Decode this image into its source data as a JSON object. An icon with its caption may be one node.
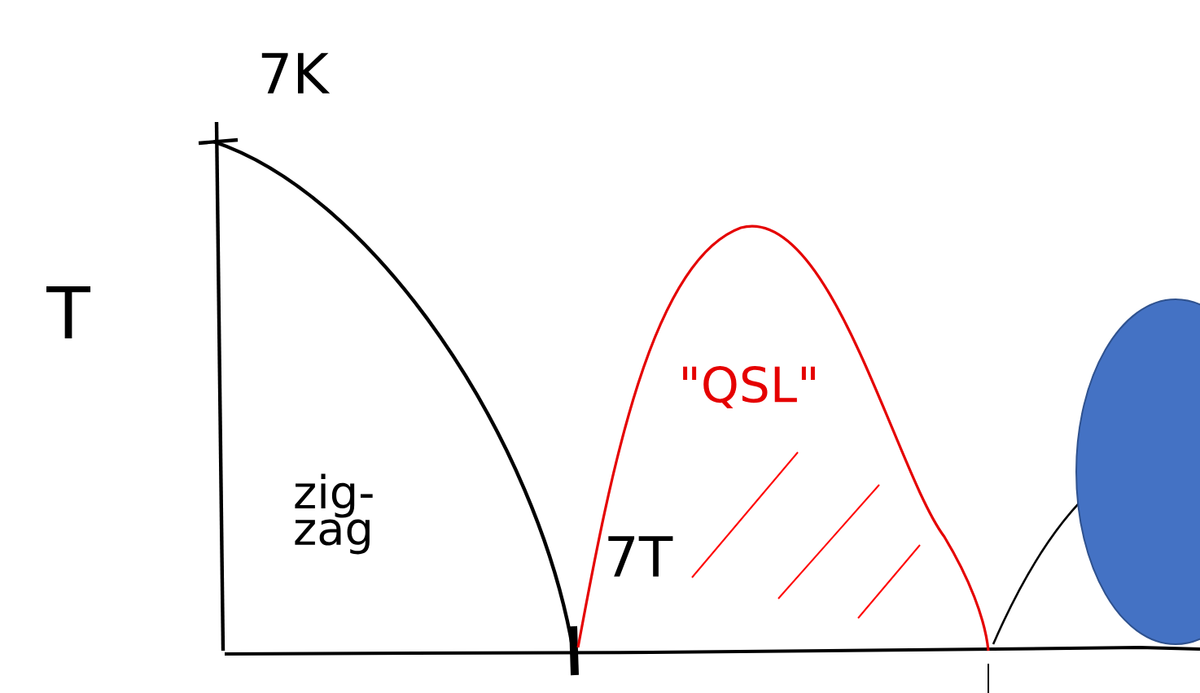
{
  "diagram": {
    "nodes": [
      {
        "text": [
          "\"QSL\""
        ]
      },
      {
        "text": [],
        "shape": "ellipse"
      }
    ],
    "labels": [
      "7K",
      "T",
      "zig- zag",
      "7T"
    ]
  }
}
